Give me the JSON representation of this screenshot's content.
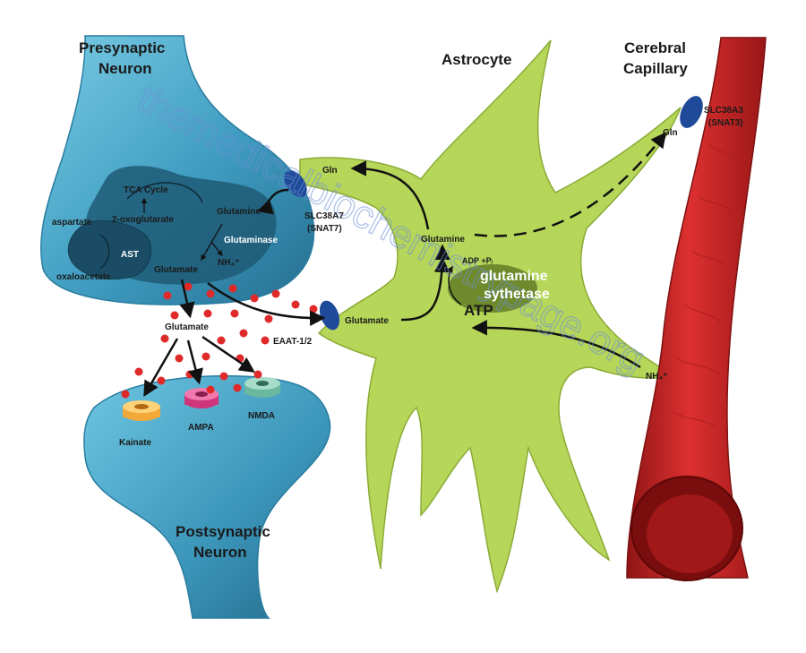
{
  "labels": {
    "presynaptic": [
      "Presynaptic",
      "Neuron"
    ],
    "postsynaptic": [
      "Postsynaptic",
      "Neuron"
    ],
    "astrocyte": "Astrocyte",
    "capillary": [
      "Cerebral",
      "Capillary"
    ],
    "tca_cycle": "TCA Cycle",
    "oxoglutarate": "2-oxoglutarate",
    "aspartate": "aspartate",
    "ast": "AST",
    "oxaloacetate": "oxaloacetate",
    "glutamate_neuron": "Glutamate",
    "glutamine_neuron": "Glutamine",
    "glutaminase": "Glutaminase",
    "nh4_neuron": "NH₄⁺",
    "glutamate_cleft": "Glutamate",
    "kainate": "Kainate",
    "ampa": "AMPA",
    "nmda": "NMDA",
    "gln_left": "Gln",
    "slc38a7": [
      "SLC38A7",
      "(SNAT7)"
    ],
    "glutamine_astro": "Glutamine",
    "adp_pi": "ADP +Pᵢ",
    "glutamine_synthetase": [
      "glutamine",
      "sythetase"
    ],
    "atp": "ATP",
    "glutamate_astro": "Glutamate",
    "eaat": "EAAT-1/2",
    "gln_right": "Gln",
    "slc38a3": [
      "SLC38A3",
      "(SNAT3)"
    ],
    "nh4_capillary": "NH₄⁺"
  },
  "watermark": "themedicalbiochemistrypage.org",
  "colors": {
    "neuron": "#3a92b6",
    "neuron_light": "#6cc4e0",
    "astrocyte": "#b6d65a",
    "astrocyte_dark": "#8aab35",
    "capillary": "#d22a2a",
    "capillary_dark": "#8f1515",
    "transporter": "#1e4a99",
    "dot": "#e02a2a",
    "synthetase": "#6f8a2c",
    "kainate": "#f2a93a",
    "ampa": "#d0347a",
    "nmda": "#6ab8a0"
  }
}
